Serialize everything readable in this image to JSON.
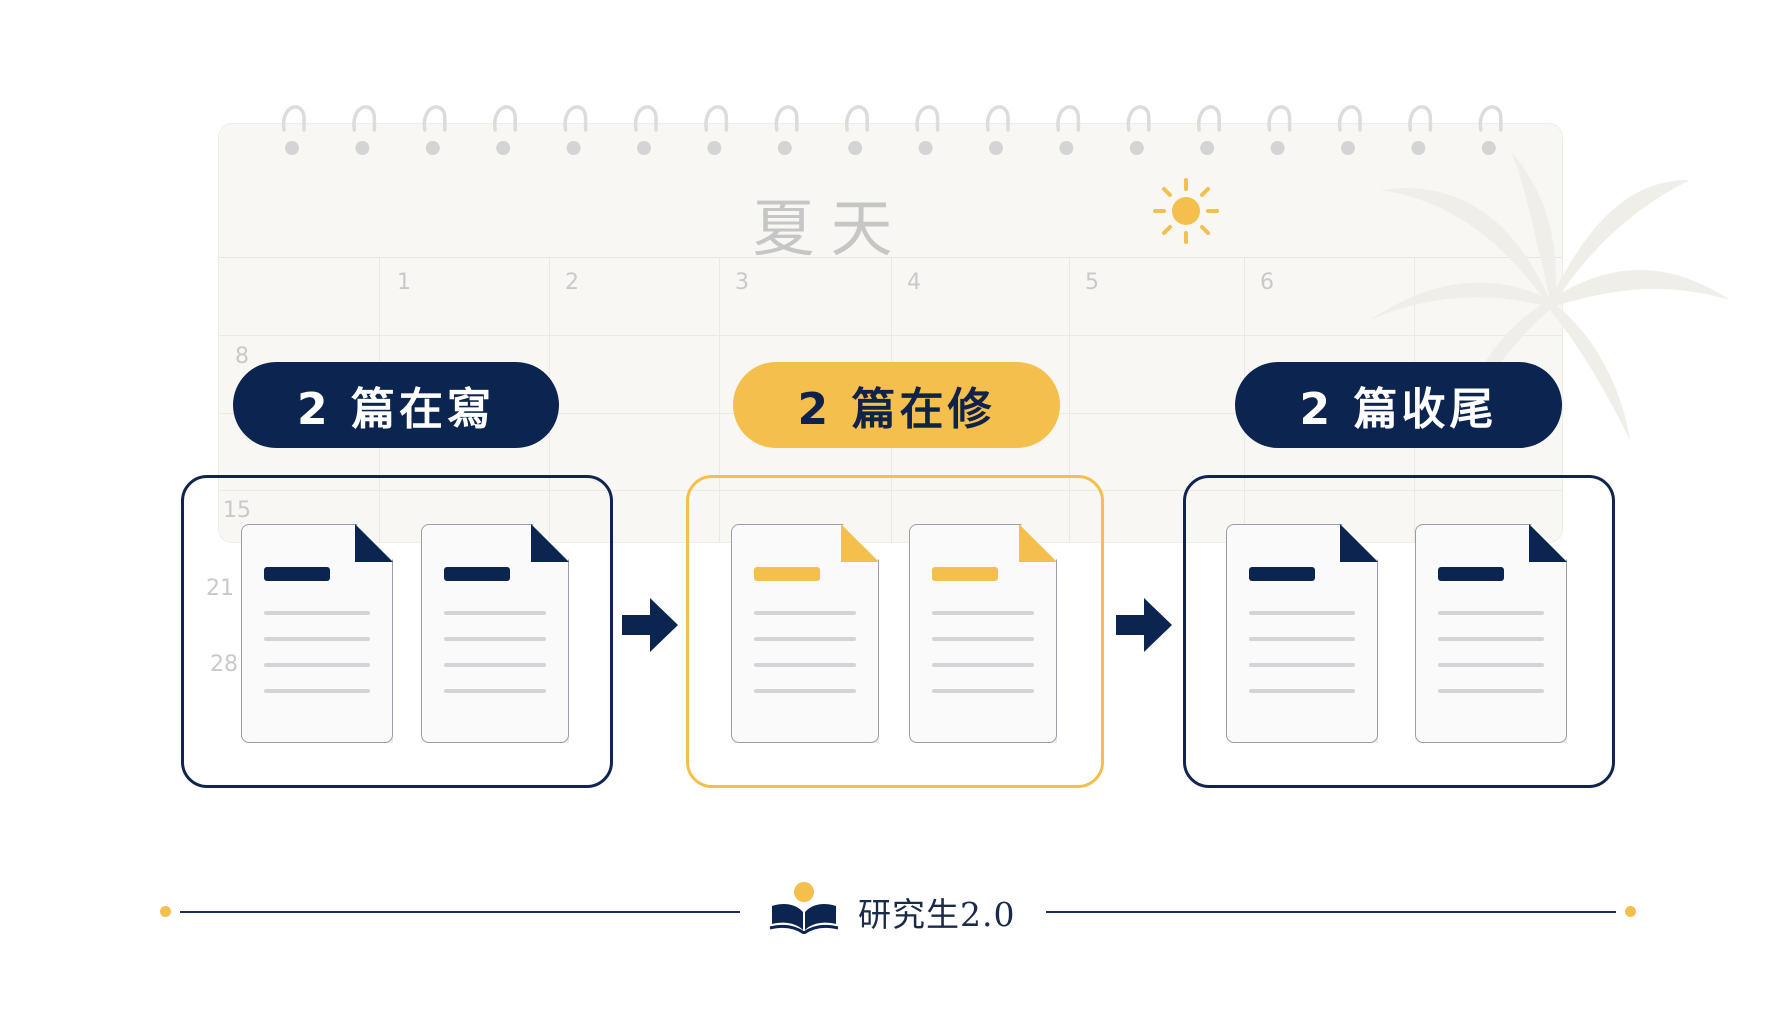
{
  "calendar": {
    "title": "夏天",
    "day_numbers": [
      "1",
      "2",
      "3",
      "4",
      "5",
      "6"
    ],
    "week_numbers": [
      "8",
      "15",
      "21",
      "28"
    ]
  },
  "stages": [
    {
      "label": "2 篇在寫",
      "theme": "navy"
    },
    {
      "label": "2 篇在修",
      "theme": "gold"
    },
    {
      "label": "2 篇收尾",
      "theme": "navy"
    }
  ],
  "footer": {
    "brand": "研究生2.0"
  },
  "colors": {
    "navy": "#0c2550",
    "gold": "#f4bf4c",
    "background": "#ffffff"
  },
  "icons": [
    "sun-icon",
    "palm-tree-icon",
    "document-icon",
    "arrow-right-icon",
    "open-book-icon"
  ]
}
